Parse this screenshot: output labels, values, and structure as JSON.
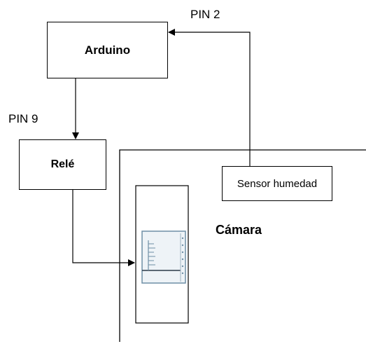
{
  "nodes": {
    "arduino": {
      "label": "Arduino"
    },
    "rele": {
      "label": "Relé"
    },
    "sensor": {
      "label": "Sensor humedad"
    },
    "camara": {
      "label": "Cámara"
    }
  },
  "edges": {
    "pin2": {
      "label": "PIN 2",
      "from": "sensor",
      "to": "arduino"
    },
    "pin9": {
      "label": "PIN 9",
      "from": "arduino",
      "to": "rele"
    },
    "rele_to_device": {
      "label": "",
      "from": "rele",
      "to": "device"
    }
  },
  "colors": {
    "line": "#000000",
    "device_frame": "#6f8fa6",
    "device_screen": "#eef3f7"
  }
}
